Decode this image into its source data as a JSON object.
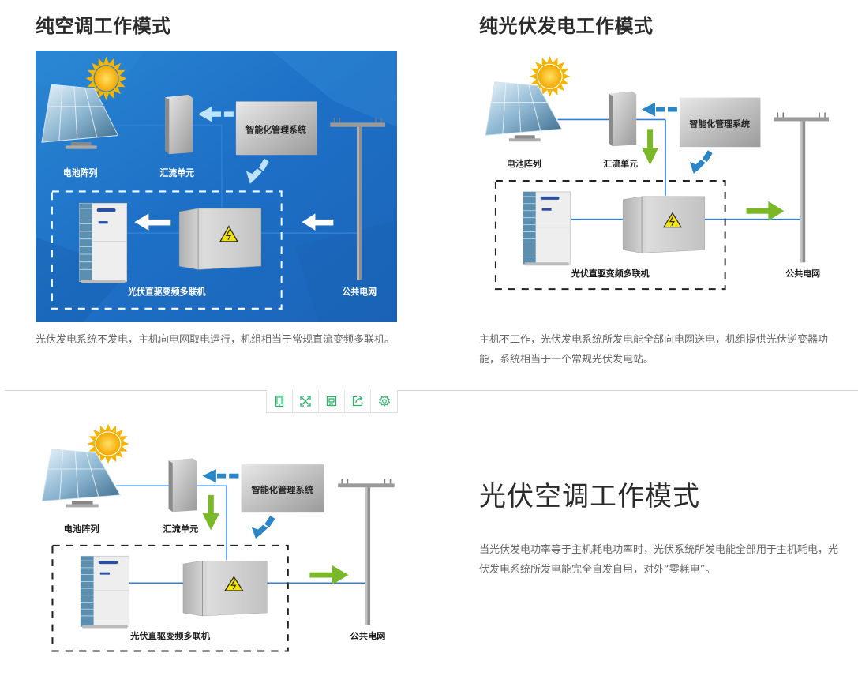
{
  "sections": [
    {
      "title": "纯空调工作模式",
      "description": "光伏发电系统不发电，主机向电网取电运行，机组相当于常规直流变频多联机。",
      "diagram": {
        "theme": "blue",
        "labels": {
          "solar_array": "电池阵列",
          "combiner": "汇流单元",
          "management": "智能化管理系统",
          "vrf_unit": "光伏直驱变频多联机",
          "grid": "公共电网"
        },
        "flow_arrows": [
          "grid-to-inverter-left",
          "inverter-to-unit-left"
        ],
        "control_arrows": [
          "to-combiner",
          "to-inverter"
        ]
      }
    },
    {
      "title": "纯光伏发电工作模式",
      "description": "主机不工作，光伏发电系统所发电能全部向电网送电，机组提供光伏逆变器功能，系统相当于一个常规光伏发电站。",
      "diagram": {
        "theme": "white",
        "labels": {
          "solar_array": "电池阵列",
          "combiner": "汇流单元",
          "management": "智能化管理系统",
          "vrf_unit": "光伏直驱变频多联机",
          "grid": "公共电网"
        },
        "flow_arrows": [
          "combiner-down",
          "inverter-to-grid-right"
        ],
        "control_arrows": [
          "to-combiner",
          "to-inverter"
        ]
      }
    },
    {
      "title": "光伏空调工作模式",
      "description": "当光伏发电功率等于主机耗电功率时，光伏系统所发电能全部用于主机耗电，光伏发电系统所发电能完全自发自用，对外“零耗电”。",
      "diagram": {
        "theme": "white",
        "labels": {
          "solar_array": "电池阵列",
          "combiner": "汇流单元",
          "management": "智能化管理系统",
          "vrf_unit": "光伏直驱变频多联机",
          "grid": "公共电网"
        },
        "flow_arrows": [
          "combiner-down",
          "inverter-to-grid-right"
        ],
        "control_arrows": [
          "to-combiner",
          "to-inverter"
        ]
      }
    }
  ],
  "toolbar": {
    "buttons": [
      {
        "icon": "tablet-icon",
        "label": "tablet-view"
      },
      {
        "icon": "fullscreen-icon",
        "label": "fullscreen"
      },
      {
        "icon": "save-icon",
        "label": "save"
      },
      {
        "icon": "share-icon",
        "label": "share"
      },
      {
        "icon": "settings-icon",
        "label": "settings"
      }
    ],
    "accent": "#2fb36a"
  },
  "colors": {
    "blue_bg": "#1f6fc4",
    "line_blue": "#2f7fd6",
    "arrow_green": "#7ab828",
    "arrow_blue": "#2b86c7",
    "arrow_light": "#bfe3fb"
  }
}
